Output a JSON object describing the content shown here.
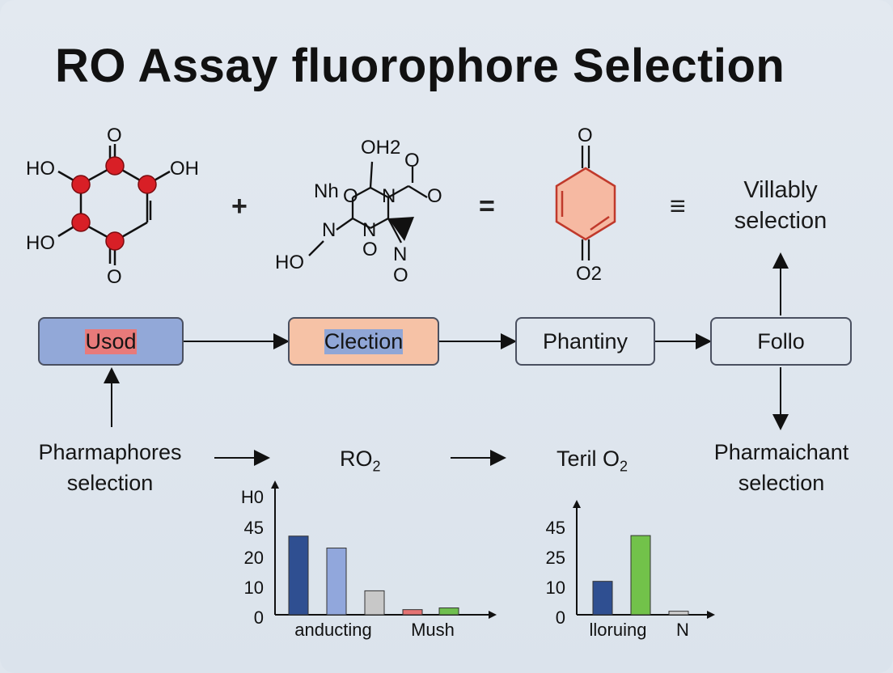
{
  "title": "RO Assay fluorophore Selection",
  "equation": {
    "plus": "+",
    "equals": "=",
    "triple": "≡",
    "result_label_line1": "Villably",
    "result_label_line2": "selection"
  },
  "molecule1": {
    "atoms": [
      "O",
      "HO",
      "OH",
      "HO",
      "O"
    ]
  },
  "molecule2": {
    "atoms": [
      "OH2",
      "O",
      "Nh",
      "O",
      "N",
      "O",
      "N",
      "N",
      "HO",
      "O",
      "N",
      "O"
    ]
  },
  "molecule3": {
    "atoms": [
      "O",
      "O2"
    ]
  },
  "flow": {
    "nodes": [
      {
        "label": "Usod",
        "color": "#92a8d8"
      },
      {
        "label": "Clection",
        "color": "#e87a7a"
      },
      {
        "label": "Phantiny",
        "color": "#f6c2a6"
      },
      {
        "label": "Follo",
        "color": "#90a6d6"
      }
    ]
  },
  "bottom_labels": {
    "left_line1": "Pharmaphores",
    "left_line2": "selection",
    "mid1_main": "RO",
    "mid1_sub": "2",
    "mid2_main": "Teril O",
    "mid2_sub": "2",
    "right_line1": "Pharmaichant",
    "right_line2": "selection"
  },
  "chart_data": [
    {
      "type": "bar",
      "ytick_labels": [
        "H0",
        "45",
        "20",
        "10",
        "0"
      ],
      "xtick_labels": [
        "anducting",
        "Mush"
      ],
      "values": [
        46,
        39,
        14,
        3,
        4
      ],
      "colors": [
        "#2f4f91",
        "#91a7dc",
        "#c8c8c8",
        "#e57373",
        "#6fbf4f"
      ],
      "ylim": [
        0,
        70
      ]
    },
    {
      "type": "bar",
      "ytick_labels": [
        "45",
        "25",
        "10",
        "0"
      ],
      "xtick_labels": [
        "lloruing",
        "N"
      ],
      "values": [
        19,
        45,
        2
      ],
      "colors": [
        "#2f4f91",
        "#72c24a",
        "#d0d0d0"
      ],
      "ylim": [
        0,
        57
      ]
    }
  ]
}
